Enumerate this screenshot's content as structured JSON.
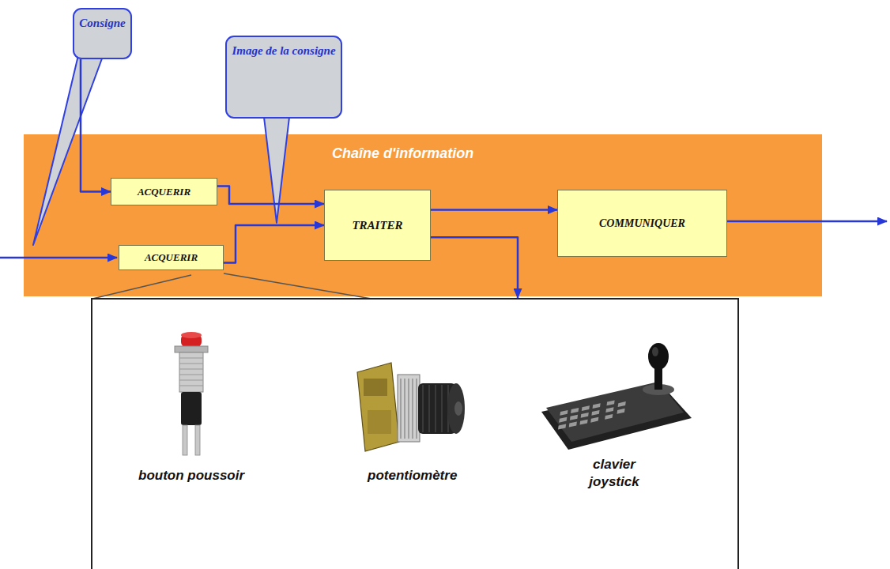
{
  "diagram": {
    "nodes": [
      {
        "text": [
          "Consigne"
        ]
      },
      {
        "text": [
          "Image de la consigne"
        ]
      },
      {
        "text": [
          "Chaîne d'information"
        ]
      },
      {
        "text": [
          "ACQUERIR"
        ],
        "in": 2
      },
      {
        "text": [
          "ACQUERIR"
        ],
        "in": 2
      },
      {
        "text": [
          "TRAITER"
        ],
        "in": 2
      },
      {
        "text": [
          "COMMUNIQUER"
        ],
        "in": 2
      },
      {
        "text": [
          "bouton poussoir",
          "potentiomètre",
          "clavier joystick"
        ]
      }
    ],
    "edges": [
      {
        "from": 0,
        "to": 3,
        "arrow": "to"
      },
      {
        "from": 3,
        "to": 5,
        "arrow": "to"
      },
      {
        "from": 4,
        "to": 5,
        "arrow": "to"
      },
      {
        "from": 5,
        "to": 6,
        "arrow": "to"
      },
      {
        "from": 5,
        "to": 7,
        "arrow": "to"
      }
    ]
  }
}
